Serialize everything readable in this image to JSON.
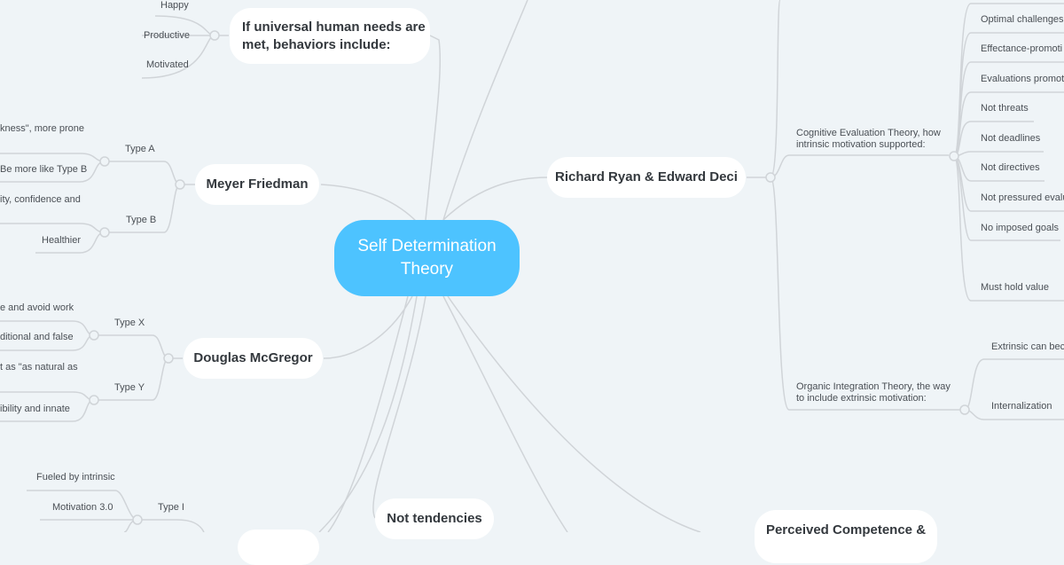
{
  "colors": {
    "background": "#eff4f7",
    "root": "#4dc3ff",
    "link": "#d0d4d8"
  },
  "root": {
    "label": "Self Determination\nTheory"
  },
  "needs": {
    "label": "If universal human needs are met, behaviors include:",
    "items": [
      "Happy",
      "Productive",
      "Motivated"
    ]
  },
  "friedman": {
    "label": "Meyer Friedman",
    "type_a": "Type A",
    "type_b": "Type B",
    "a_items": [
      "kness\", more prone",
      "Be more like Type B"
    ],
    "b_items": [
      "ity, confidence and",
      "Healthier"
    ]
  },
  "mcgregor": {
    "label": "Douglas McGregor",
    "type_x": "Type X",
    "type_y": "Type Y",
    "x_items": [
      "e and avoid work",
      "ditional and false"
    ],
    "y_items": [
      "t as \"as natural as",
      "ibility and innate"
    ]
  },
  "pink": {
    "type_i": "Type I",
    "items": [
      "Fueled by intrinsic",
      "Motivation 3.0"
    ]
  },
  "not_tendencies": {
    "label": "Not tendencies"
  },
  "perceived": {
    "label": "Perceived Competence &"
  },
  "ryan_deci": {
    "label": "Richard Ryan & Edward Deci",
    "cet": {
      "label": "Cognitive Evaluation Theory, how intrinsic motivation supported:",
      "items": [
        "Optimal challenges",
        "Effectance-promoti",
        "Evaluations promoti",
        "Not threats",
        "Not deadlines",
        "Not directives",
        "Not pressured evalu",
        "No imposed goals",
        "Must hold value"
      ]
    },
    "oit": {
      "label": "Organic Integration Theory, the way to include extrinsic motivation:",
      "items": [
        "Extrinsic can beco",
        "Internalization"
      ]
    }
  }
}
